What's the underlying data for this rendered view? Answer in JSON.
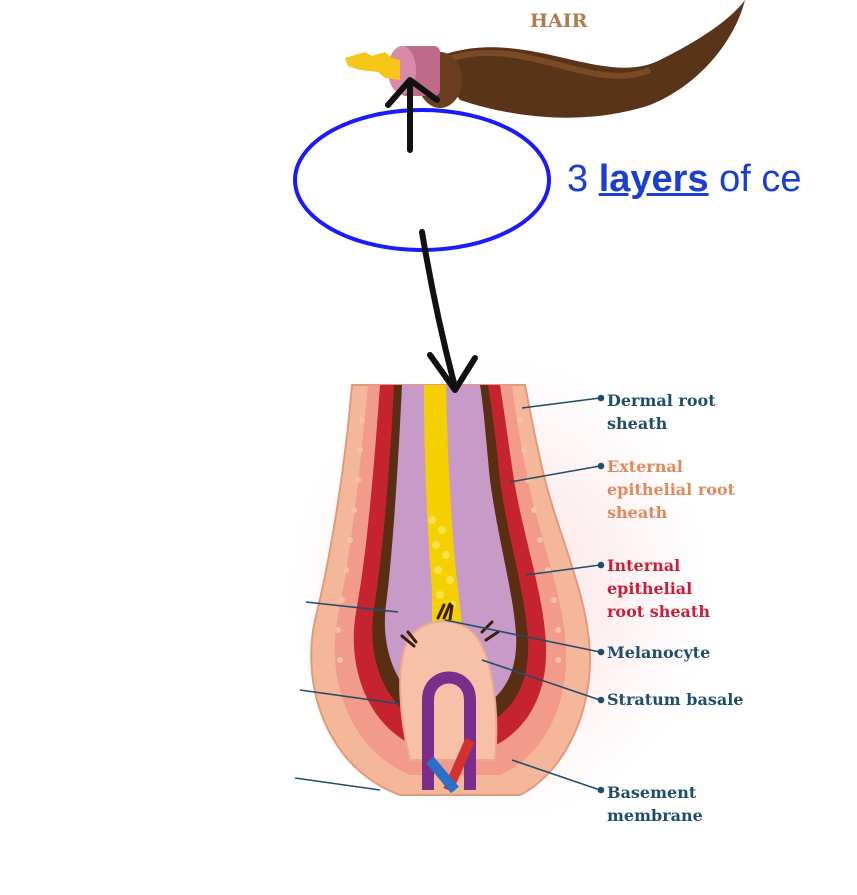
{
  "hair_label": "HAIR",
  "annotation": {
    "prefix": "3 ",
    "keyword": "layers",
    "suffix": " of ce"
  },
  "labels": [
    {
      "text": "Dermal root\nsheath",
      "color": "#1f4e6b"
    },
    {
      "text": "External\nepithelial root\nsheath",
      "color": "#e08a5c"
    },
    {
      "text": "Internal\nepithelial\nroot sheath",
      "color": "#c8203a"
    },
    {
      "text": "Melanocyte",
      "color": "#1f4e6b"
    },
    {
      "text": "Stratum basale",
      "color": "#1f4e6b"
    },
    {
      "text": "Basement\nmembrane",
      "color": "#1f4e6b"
    }
  ],
  "colors": {
    "hair_shaft": "#5a3419",
    "ink": "#1a3fd0",
    "pen": "#111111"
  }
}
